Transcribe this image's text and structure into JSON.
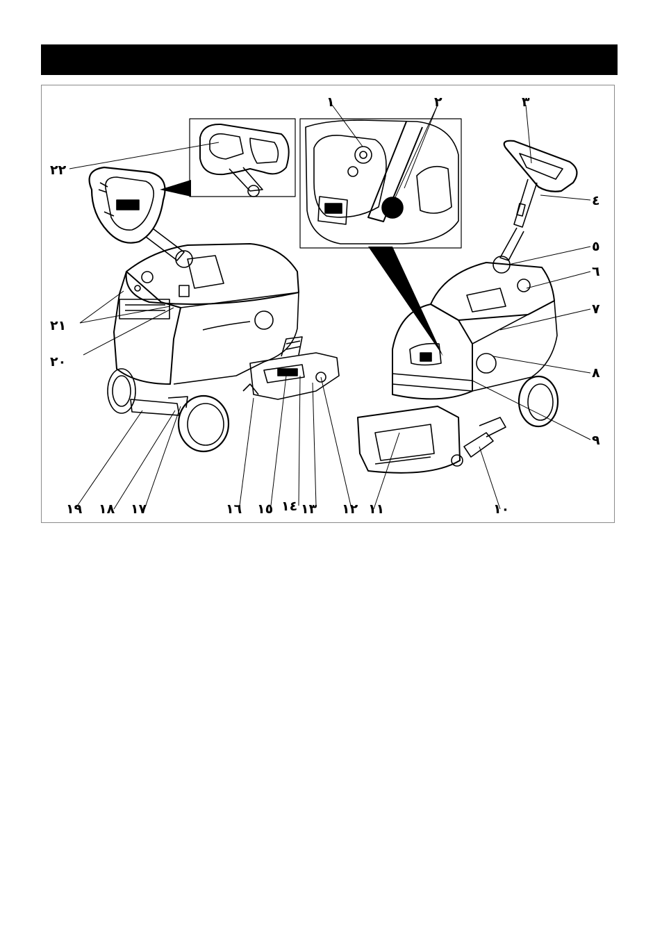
{
  "callouts": [
    {
      "id": 1,
      "label": "١"
    },
    {
      "id": 2,
      "label": "٢"
    },
    {
      "id": 3,
      "label": "٣"
    },
    {
      "id": 4,
      "label": "٤"
    },
    {
      "id": 5,
      "label": "٥"
    },
    {
      "id": 6,
      "label": "٦"
    },
    {
      "id": 7,
      "label": "٧"
    },
    {
      "id": 8,
      "label": "٨"
    },
    {
      "id": 9,
      "label": "٩"
    },
    {
      "id": 10,
      "label": "١٠"
    },
    {
      "id": 11,
      "label": "١١"
    },
    {
      "id": 12,
      "label": "١٢"
    },
    {
      "id": 13,
      "label": "١٣"
    },
    {
      "id": 14,
      "label": "١٤"
    },
    {
      "id": 15,
      "label": "١٥"
    },
    {
      "id": 16,
      "label": "١٦"
    },
    {
      "id": 17,
      "label": "١٧"
    },
    {
      "id": 18,
      "label": "١٨"
    },
    {
      "id": 19,
      "label": "١٩"
    },
    {
      "id": 20,
      "label": "٢٠"
    },
    {
      "id": 21,
      "label": "٢١"
    },
    {
      "id": 22,
      "label": "٢٢"
    }
  ],
  "colors": {
    "header_bar": "#000000",
    "frame_border": "#8a8a8a",
    "ink": "#000000"
  }
}
